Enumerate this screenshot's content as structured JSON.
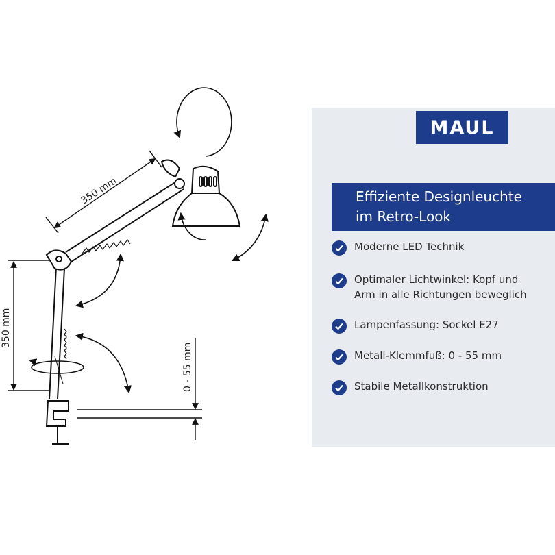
{
  "diagram": {
    "arm_length": "350 mm",
    "post_height": "350 mm",
    "clamp_range": "0 - 55 mm"
  },
  "brand": {
    "logo_text": "MAUL",
    "color": "#1d3d8c"
  },
  "headline": {
    "line1": "Effiziente Designleuchte",
    "line2": "im Retro-Look"
  },
  "features": [
    {
      "text": "Moderne LED Technik",
      "icon": "check-circle-icon"
    },
    {
      "text": "Optimaler Lichtwinkel: Kopf und",
      "text2": "Arm in alle Richtungen beweglich",
      "icon": "check-circle-icon"
    },
    {
      "text": "Lampenfassung: Sockel E27",
      "icon": "check-circle-icon"
    },
    {
      "text": "Metall-Klemmfuß: 0 - 55 mm",
      "icon": "check-circle-icon"
    },
    {
      "text": "Stabile Metallkonstruktion",
      "icon": "check-circle-icon"
    }
  ]
}
